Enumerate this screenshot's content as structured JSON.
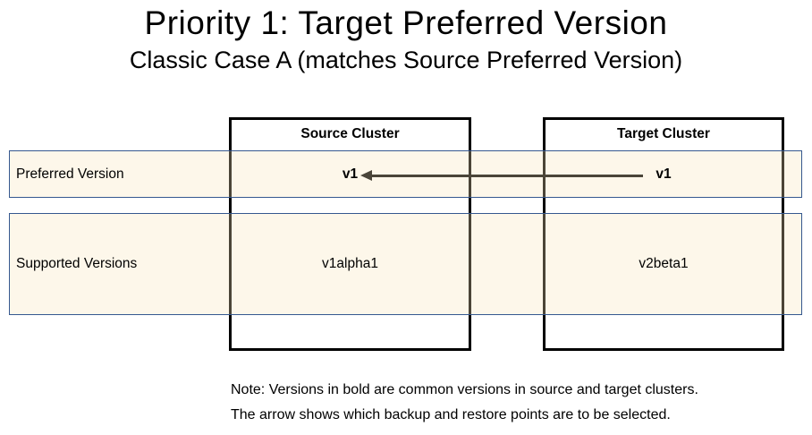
{
  "title": "Priority 1: Target Preferred Version",
  "subtitle": "Classic Case A (matches Source Preferred Version)",
  "clusters": {
    "source": {
      "header": "Source Cluster",
      "preferred_version": "v1",
      "supported_version": "v1alpha1"
    },
    "target": {
      "header": "Target Cluster",
      "preferred_version": "v1",
      "supported_version": "v2beta1"
    }
  },
  "rows": {
    "preferred": {
      "label": "Preferred Version"
    },
    "supported": {
      "label": "Supported Versions"
    }
  },
  "arrow": {
    "name": "backup-restore-selection-arrow",
    "direction": "target-preferred-to-source-preferred"
  },
  "note": {
    "line1": "Note: Versions in bold are common versions in source and target clusters.",
    "line2": "The arrow shows which backup and restore points are to be selected."
  },
  "colors": {
    "band_fill": "rgba(247,230,184,0.3)",
    "band_fill_over_white": "#FDF8EA",
    "band_border": "#35588F",
    "box_border": "#000000",
    "arrow": "#4A4539",
    "text": "#000000"
  }
}
